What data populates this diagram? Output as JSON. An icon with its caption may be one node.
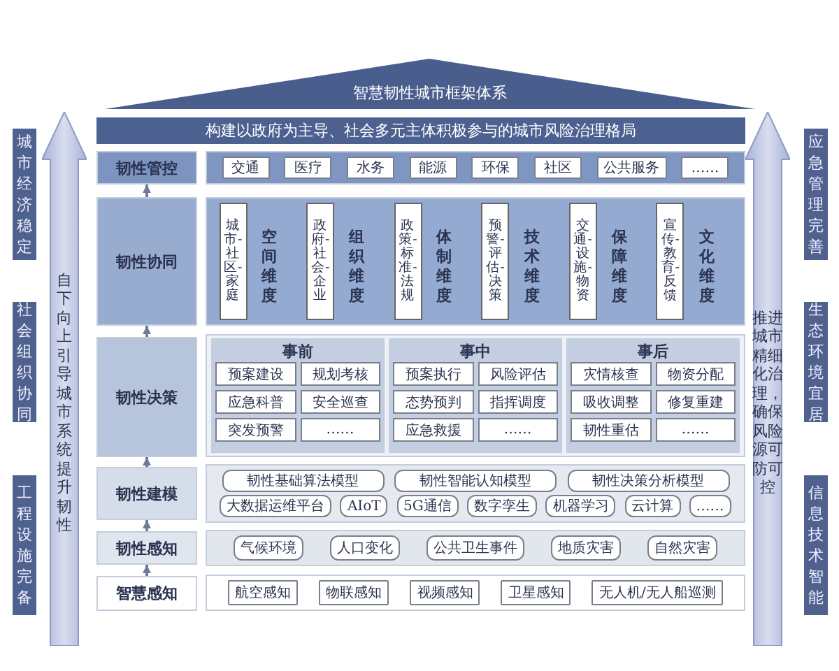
{
  "diagram": {
    "nodes": [
      {
        "text": [
          "智慧韧性城市框架体系"
        ]
      },
      {
        "text": [
          "构建以政府为主导、社会多元主体积极参与的城市风险治理格局"
        ]
      },
      {
        "text": [
          "城市经济稳定"
        ]
      },
      {
        "text": [
          "社会组织协同"
        ]
      },
      {
        "text": [
          "工程设施完备"
        ]
      },
      {
        "text": [
          "自下向上引导城市系统提升韧性"
        ]
      },
      {
        "text": [
          "推进城市精细化治理，确保风险源可防可控"
        ]
      },
      {
        "text": [
          "应急管理完善"
        ]
      },
      {
        "text": [
          "生态环境宜居"
        ]
      },
      {
        "text": [
          "信息技术智能"
        ]
      },
      {
        "text": [
          "韧性管控"
        ]
      },
      {
        "text": [],
        "shape": "box"
      },
      {
        "text": [
          "交通"
        ],
        "in": 11
      },
      {
        "text": [
          "医疗"
        ],
        "in": 11
      },
      {
        "text": [
          "水务"
        ],
        "in": 11
      },
      {
        "text": [
          "能源"
        ],
        "in": 11
      },
      {
        "text": [
          "环保"
        ],
        "in": 11
      },
      {
        "text": [
          "社区"
        ],
        "in": 11
      },
      {
        "text": [
          "公共服务"
        ],
        "in": 11
      },
      {
        "text": [
          "……"
        ],
        "in": 11
      },
      {
        "text": [
          "韧性协同"
        ]
      },
      {
        "text": [],
        "shape": "box"
      },
      {
        "text": [
          "城市-社区-家庭"
        ],
        "beside": [
          "空间维度"
        ],
        "in": 21
      },
      {
        "text": [
          "政府-社会-企业"
        ],
        "beside": [
          "组织维度"
        ],
        "in": 21
      },
      {
        "text": [
          "政策-标准-法规"
        ],
        "beside": [
          "体制维度"
        ],
        "in": 21
      },
      {
        "text": [
          "预警-评估-决策"
        ],
        "beside": [
          "技术维度"
        ],
        "in": 21
      },
      {
        "text": [
          "交通-设施-物资"
        ],
        "beside": [
          "保障维度"
        ],
        "in": 21
      },
      {
        "text": [
          "宣传-教育-反馈"
        ],
        "beside": [
          "文化维度"
        ],
        "in": 21
      },
      {
        "text": [
          "韧性决策"
        ]
      },
      {
        "text": [],
        "shape": "box"
      },
      {
        "text": [
          "事前"
        ],
        "in": 29
      },
      {
        "text": [
          "预案建设"
        ],
        "in": 30
      },
      {
        "text": [
          "规划考核"
        ],
        "in": 30
      },
      {
        "text": [
          "应急科普"
        ],
        "in": 30
      },
      {
        "text": [
          "安全巡查"
        ],
        "in": 30
      },
      {
        "text": [
          "突发预警"
        ],
        "in": 30
      },
      {
        "text": [
          "……"
        ],
        "in": 30
      },
      {
        "text": [
          "事中"
        ],
        "in": 29
      },
      {
        "text": [
          "预案执行"
        ],
        "in": 37
      },
      {
        "text": [
          "风险评估"
        ],
        "in": 37
      },
      {
        "text": [
          "态势预判"
        ],
        "in": 37
      },
      {
        "text": [
          "指挥调度"
        ],
        "in": 37
      },
      {
        "text": [
          "应急救援"
        ],
        "in": 37
      },
      {
        "text": [
          "……"
        ],
        "in": 37
      },
      {
        "text": [
          "事后"
        ],
        "in": 29
      },
      {
        "text": [
          "灾情核查"
        ],
        "in": 44
      },
      {
        "text": [
          "物资分配"
        ],
        "in": 44
      },
      {
        "text": [
          "吸收调整"
        ],
        "in": 44
      },
      {
        "text": [
          "修复重建"
        ],
        "in": 44
      },
      {
        "text": [
          "韧性重估"
        ],
        "in": 44
      },
      {
        "text": [
          "……"
        ],
        "in": 44
      },
      {
        "text": [
          "韧性建模"
        ]
      },
      {
        "text": [],
        "shape": "box"
      },
      {
        "text": [
          "韧性基础算法模型"
        ],
        "in": 52
      },
      {
        "text": [
          "韧性智能认知模型"
        ],
        "in": 52
      },
      {
        "text": [
          "韧性决策分析模型"
        ],
        "in": 52
      },
      {
        "text": [
          "大数据运维平台"
        ],
        "in": 52
      },
      {
        "text": [
          "AIoT"
        ],
        "in": 52
      },
      {
        "text": [
          "5G通信"
        ],
        "in": 52
      },
      {
        "text": [
          "数字孪生"
        ],
        "in": 52
      },
      {
        "text": [
          "机器学习"
        ],
        "in": 52
      },
      {
        "text": [
          "云计算"
        ],
        "in": 52
      },
      {
        "text": [
          "……"
        ],
        "in": 52
      },
      {
        "text": [
          "韧性感知"
        ]
      },
      {
        "text": [],
        "shape": "box"
      },
      {
        "text": [
          "气候环境"
        ],
        "in": 64
      },
      {
        "text": [
          "人口变化"
        ],
        "in": 64
      },
      {
        "text": [
          "公共卫生事件"
        ],
        "in": 64
      },
      {
        "text": [
          "地质灾害"
        ],
        "in": 64
      },
      {
        "text": [
          "自然灾害"
        ],
        "in": 64
      },
      {
        "text": [
          "智慧感知"
        ]
      },
      {
        "text": [],
        "shape": "box"
      },
      {
        "text": [
          "航空感知"
        ],
        "in": 71
      },
      {
        "text": [
          "物联感知"
        ],
        "in": 71
      },
      {
        "text": [
          "视频感知"
        ],
        "in": 71
      },
      {
        "text": [
          "卫星感知"
        ],
        "in": 71
      },
      {
        "text": [
          "无人机/无人船巡测"
        ],
        "in": 71
      }
    ],
    "edges": [
      {
        "from": 70,
        "to": 63,
        "arrow": "to"
      },
      {
        "from": 63,
        "to": 51,
        "arrow": "to"
      },
      {
        "from": 51,
        "to": 28,
        "arrow": "to"
      },
      {
        "from": 28,
        "to": 20,
        "arrow": "to"
      },
      {
        "from": 20,
        "to": 10,
        "arrow": "to"
      }
    ]
  }
}
